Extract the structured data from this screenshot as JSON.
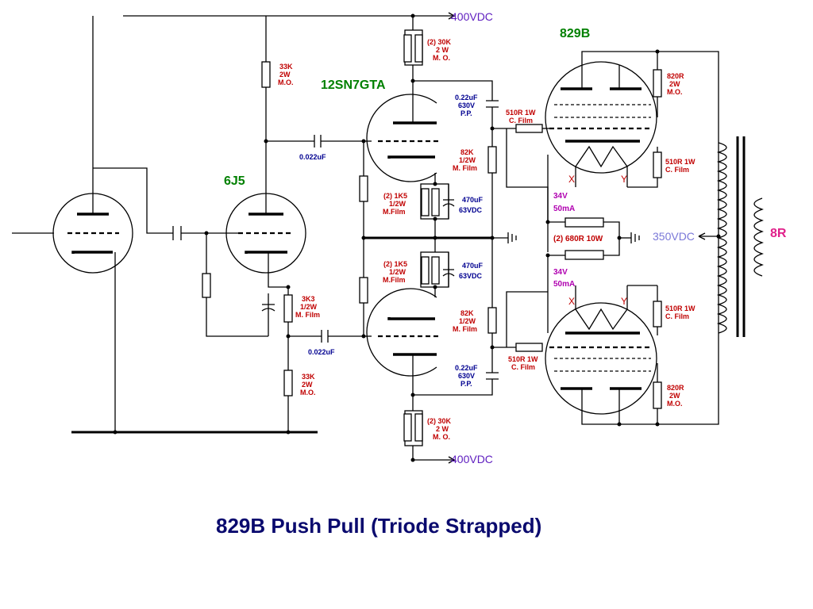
{
  "title": "829B  Push Pull  (Triode Strapped)",
  "tubes": {
    "driver": "6J5",
    "phase_splitter": "12SN7GTA",
    "output": "829B"
  },
  "supply": {
    "top": "400VDC",
    "bottom": "400VDC",
    "output_b_plus": "350VDC"
  },
  "load": "8R",
  "top_load_resistor": [
    "(2) 30K",
    "2 W",
    "M. O."
  ],
  "bottom_load_resistor": [
    "(2) 30K",
    "2 W",
    "M. O."
  ],
  "driver_plate_resistor": [
    "33K",
    "2W",
    "M.O."
  ],
  "driver_cathode_resistor": [
    "33K",
    "2W",
    "M.O."
  ],
  "driver_bias_resistor": [
    "3K3",
    "1/2W",
    "M. Film"
  ],
  "coupling_cap_1": "0.022uF",
  "coupling_cap_2": "0.022uF",
  "coupling_cap_top": [
    "0.22uF",
    "630V",
    "P.P."
  ],
  "coupling_cap_bottom": [
    "0.22uF",
    "630V",
    "P.P."
  ],
  "grid_resistor_top": [
    "82K",
    "1/2W",
    "M. Film"
  ],
  "grid_resistor_bottom": [
    "82K",
    "1/2W",
    "M. Film"
  ],
  "cathode_resistor_top": [
    "(2) 1K5",
    "1/2W",
    "M.Film"
  ],
  "cathode_resistor_bottom": [
    "(2) 1K5",
    "1/2W",
    "M.Film"
  ],
  "cathode_cap_top": [
    "470uF",
    "63VDC"
  ],
  "cathode_cap_bottom": [
    "470uF",
    "63VDC"
  ],
  "grid_stopper_top": [
    "510R 1W",
    "C. Film"
  ],
  "grid_stopper_bottom": [
    "510R 1W",
    "C. Film"
  ],
  "screen_resistor_top": [
    "820R",
    "2W",
    "M.O."
  ],
  "screen_resistor_bottom": [
    "820R",
    "2W",
    "M.O."
  ],
  "filament_resistor_top": [
    "510R 1W",
    "C. Film"
  ],
  "filament_resistor_bottom": [
    "510R 1W",
    "C. Film"
  ],
  "output_cathode_resistor": "(2) 680R  10W",
  "bias_top": [
    "34V",
    "50mA"
  ],
  "bias_bottom": [
    "34V",
    "50mA"
  ],
  "heater_labels": {
    "x": "X",
    "y": "Y"
  }
}
